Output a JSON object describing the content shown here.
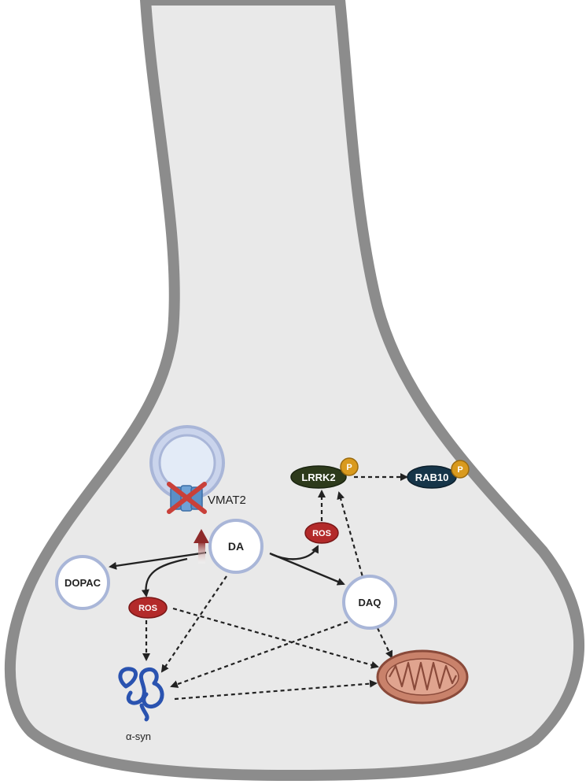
{
  "labels": {
    "vmat2": "VMAT2",
    "da": "DA",
    "dopac": "DOPAC",
    "daq": "DAQ",
    "ros_left": "ROS",
    "ros_right": "ROS",
    "lrrk2": "LRRK2",
    "rab10": "RAB10",
    "phospho_lrrk2": "P",
    "phospho_rab10": "P",
    "asyn": "α-syn"
  },
  "colors": {
    "cell_fill": "#e9e9e9",
    "membrane": "#8c8c8c",
    "circle_stroke": "#a9b6d8",
    "ros": "#b32a2a",
    "lrrk2": "#2d3a1b",
    "rab10": "#163549",
    "phospho": "#d99a1e",
    "vmat2": "#5b8fc7",
    "block_x": "#c9403a",
    "up_arrow": "#8e2a2a",
    "asyn": "#2a53b0",
    "mito": "#c9826b"
  },
  "icons": [
    "vesicle-icon",
    "vmat2-transporter-icon",
    "block-x-icon",
    "increase-arrow-icon",
    "alpha-synuclein-icon",
    "mitochondrion-icon"
  ]
}
